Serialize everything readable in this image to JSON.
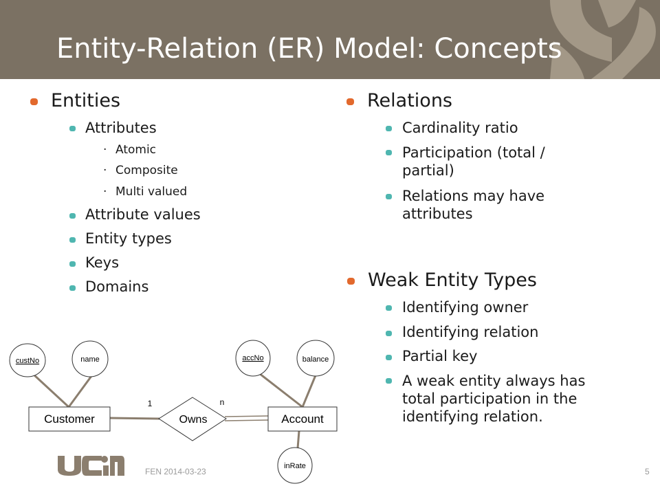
{
  "slide": {
    "title": "Entity-Relation (ER) Model: Concepts",
    "accent_color": "#e2692d",
    "secondary_bullet_color": "#4fb6b0",
    "header_color": "#7b7163"
  },
  "left_column": {
    "heading": "Entities",
    "items": [
      {
        "label": "Attributes",
        "sub_items": [
          "Atomic",
          "Composite",
          "Multi valued"
        ]
      },
      {
        "label": "Attribute values"
      },
      {
        "label": "Entity types"
      },
      {
        "label": "Keys"
      },
      {
        "label": "Domains"
      }
    ]
  },
  "right_column": {
    "sections": [
      {
        "heading": "Relations",
        "items": [
          "Cardinality ratio",
          "Participation (total / partial)",
          "Relations may have attributes"
        ]
      },
      {
        "heading": "Weak Entity Types",
        "items": [
          "Identifying owner",
          "Identifying relation",
          "Partial key",
          "A weak entity always has total participation in the identifying relation."
        ]
      }
    ]
  },
  "er_diagram": {
    "entities": [
      "Customer",
      "Account"
    ],
    "relationship": "Owns",
    "attributes": {
      "custNo": "custNo",
      "name": "name",
      "accNo": "accNo",
      "balance": "balance",
      "inRate": "inRate"
    },
    "cardinality": {
      "left": "1",
      "right": "n"
    }
  },
  "footer": {
    "date": "FEN 2014-03-23",
    "page_number": "5",
    "logo": "ucn"
  }
}
